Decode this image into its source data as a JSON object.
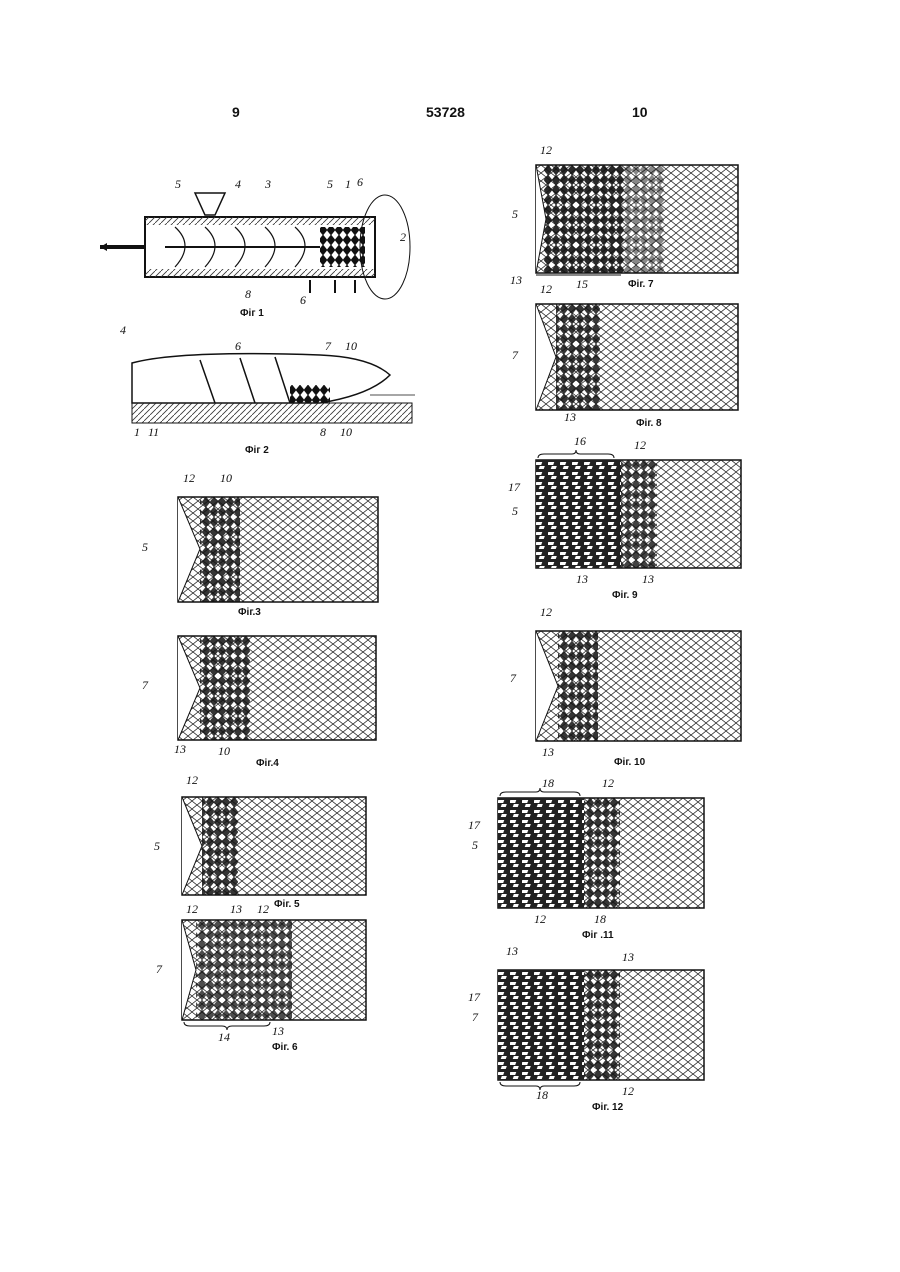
{
  "header": {
    "left_page": "9",
    "patent_number": "53728",
    "right_page": "10"
  },
  "figures": {
    "fig1": {
      "caption": "Фіг 1",
      "labels": [
        "5",
        "4",
        "3",
        "5",
        "1",
        "6",
        "2",
        "6",
        "8"
      ]
    },
    "fig2": {
      "caption": "Фіг 2",
      "labels": [
        "4",
        "6",
        "7",
        "10",
        "1",
        "11",
        "8",
        "10"
      ]
    },
    "fig3": {
      "caption": "Фіг.3",
      "labels": [
        "12",
        "10",
        "5"
      ]
    },
    "fig4": {
      "caption": "Фіг.4",
      "labels": [
        "7",
        "13",
        "10"
      ]
    },
    "fig5": {
      "caption": "Фіг. 5",
      "labels": [
        "12",
        "5"
      ]
    },
    "fig6": {
      "caption": "Фіг. 6",
      "labels": [
        "12",
        "13",
        "12",
        "7",
        "14",
        "13"
      ]
    },
    "fig7": {
      "caption": "Фіг. 7",
      "labels": [
        "12",
        "5",
        "13",
        "15"
      ]
    },
    "fig8": {
      "caption": "Фіг. 8",
      "labels": [
        "12",
        "7",
        "13"
      ]
    },
    "fig9": {
      "caption": "Фіг. 9",
      "labels": [
        "16",
        "12",
        "17",
        "5",
        "13",
        "13"
      ]
    },
    "fig10": {
      "caption": "Фіг. 10",
      "labels": [
        "12",
        "7",
        "13"
      ]
    },
    "fig11": {
      "caption": "Фіг .11",
      "labels": [
        "18",
        "12",
        "17",
        "5",
        "12",
        "18"
      ]
    },
    "fig12": {
      "caption": "Фіг. 12",
      "labels": [
        "13",
        "13",
        "17",
        "7",
        "18",
        "12"
      ]
    }
  }
}
